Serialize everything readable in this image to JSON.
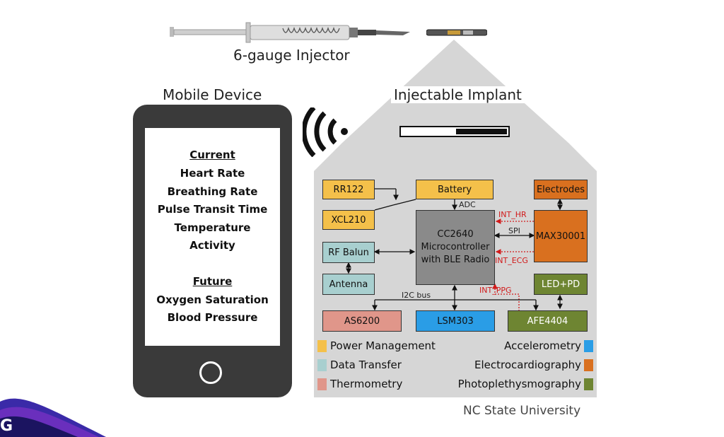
{
  "top": {
    "injector_label": "6-gauge Injector"
  },
  "mobile": {
    "title": "Mobile Device",
    "current_heading": "Current",
    "current_items": [
      "Heart Rate",
      "Breathing Rate",
      "Pulse Transit Time",
      "Temperature",
      "Activity"
    ],
    "future_heading": "Future",
    "future_items": [
      "Oxygen Saturation",
      "Blood Pressure"
    ]
  },
  "implant": {
    "title": "Injectable Implant",
    "blocks": {
      "rr122": "RR122",
      "xcl210": "XCL210",
      "battery": "Battery",
      "electrodes": "Electrodes",
      "mcu": [
        "CC2640",
        "Microcontroller",
        "with BLE Radio"
      ],
      "max30001": "MAX30001",
      "rf_balun": "RF Balun",
      "antenna": "Antenna",
      "led_pd": "LED+PD",
      "as6200": "AS6200",
      "lsm303": "LSM303",
      "afe4404": "AFE4404"
    },
    "signals": {
      "adc": "ADC",
      "spi": "SPI",
      "int_hr": "INT_HR",
      "int_ecg": "INT_ECG",
      "int_ppg": "INT_PPG",
      "i2c": "I2C bus"
    },
    "legend": {
      "left": [
        "Power Management",
        "Data Transfer",
        "Thermometry"
      ],
      "right": [
        "Accelerometry",
        "Electrocardiography",
        "Photoplethysmography"
      ]
    }
  },
  "colors": {
    "power": "#f4c04a",
    "data_transfer": "#a8cfcf",
    "thermometry": "#e0968a",
    "accelerometry": "#2a9de6",
    "electrocardiography": "#d9701f",
    "photoplethysmography": "#6e8532",
    "signal": "#d11a1a",
    "phone": "#3a3a3a",
    "implant_bg": "#d6d6d6"
  },
  "credit": "NC State University",
  "logo": {
    "letter": "G"
  },
  "icons": {
    "wireless": "wireless-signal-icon",
    "syringe": "syringe-icon",
    "implant": "implant-capsule-icon"
  }
}
